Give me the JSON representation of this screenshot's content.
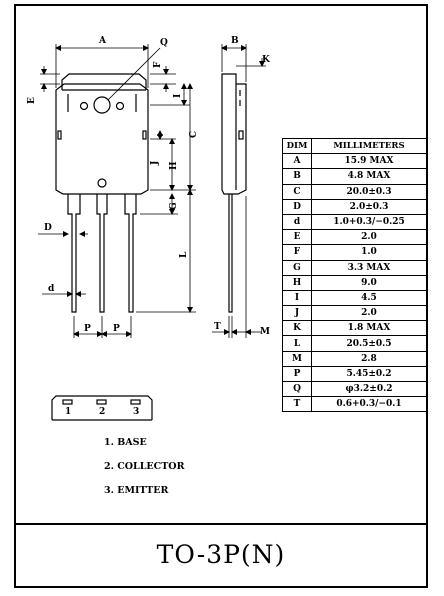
{
  "title": "TO-3P(N)",
  "table": {
    "headers": [
      "DIM",
      "MILLIMETERS"
    ],
    "rows": [
      [
        "A",
        "15.9  MAX"
      ],
      [
        "B",
        "4.8  MAX"
      ],
      [
        "C",
        "20.0±0.3"
      ],
      [
        "D",
        "2.0±0.3"
      ],
      [
        "d",
        "1.0+0.3/−0.25"
      ],
      [
        "E",
        "2.0"
      ],
      [
        "F",
        "1.0"
      ],
      [
        "G",
        "3.3  MAX"
      ],
      [
        "H",
        "9.0"
      ],
      [
        "I",
        "4.5"
      ],
      [
        "J",
        "2.0"
      ],
      [
        "K",
        "1.8  MAX"
      ],
      [
        "L",
        "20.5±0.5"
      ],
      [
        "M",
        "2.8"
      ],
      [
        "P",
        "5.45±0.2"
      ],
      [
        "Q",
        "φ3.2±0.2"
      ],
      [
        "T",
        "0.6+0.3/−0.1"
      ]
    ]
  },
  "pins": [
    {
      "num": "1",
      "name": "1.  BASE"
    },
    {
      "num": "2",
      "name": "2.  COLLECTOR"
    },
    {
      "num": "3",
      "name": "3.  EMITTER"
    }
  ],
  "labels": {
    "A": "A",
    "Q": "Q",
    "B": "B",
    "K": "K",
    "E": "E",
    "F": "F",
    "I": "I",
    "C": "C",
    "J": "J",
    "H": "H",
    "G": "G",
    "D": "D",
    "L": "L",
    "d": "d",
    "P1": "P",
    "P2": "P",
    "T": "T",
    "M": "M"
  }
}
